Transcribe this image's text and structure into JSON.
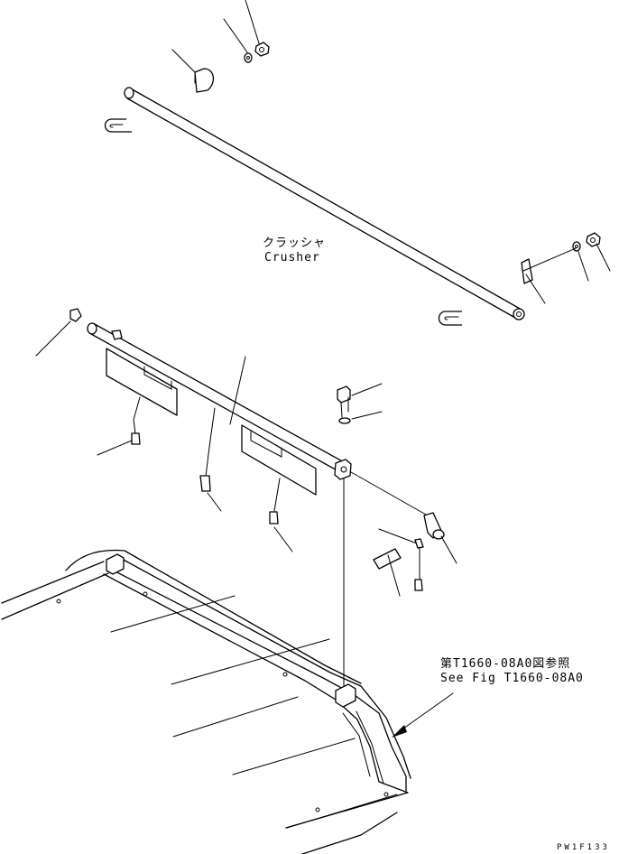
{
  "labels": {
    "crusher_jp": "クラッシャ",
    "crusher_en": "Crusher",
    "ref_jp": "第T1660-08A0図参照",
    "ref_en": "See Fig T1660-08A0",
    "drawing_code": "PW1F133"
  }
}
